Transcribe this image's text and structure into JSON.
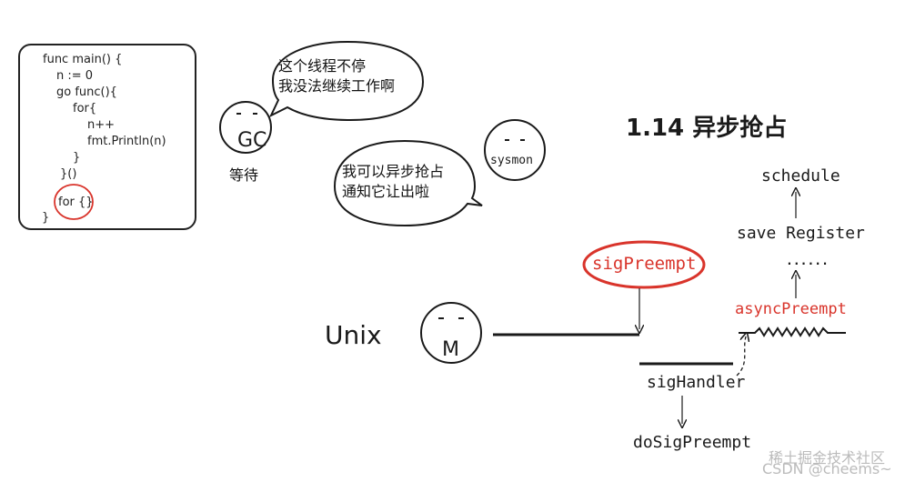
{
  "code": {
    "lines": [
      "func main() {",
      "n := 0",
      "go func(){",
      "for{",
      "n++",
      "fmt.Println(n)",
      "}",
      "}()",
      "for {}",
      "}"
    ],
    "highlight": "for {}"
  },
  "gc": {
    "face_label": "GC",
    "caption": "等待",
    "speech": [
      "这个线程不停",
      "我没法继续工作啊"
    ]
  },
  "sysmon": {
    "face_label": "sysmon",
    "speech": [
      "我可以异步抢占",
      "通知它让出啦"
    ]
  },
  "title": "1.14 异步抢占",
  "unix_label": "Unix",
  "m_label": "M",
  "flow": {
    "sig_preempt": "sigPreempt",
    "sig_handler": "sigHandler",
    "do_sig_preempt": "doSigPreempt",
    "async_preempt": "asyncPreempt",
    "dots": "......",
    "save_register": "save Register",
    "schedule": "schedule"
  },
  "watermark": "稀土掘金技术社区",
  "credit": "CSDN @cheems~",
  "colors": {
    "accent_red": "#d9342b",
    "ink": "#1a1a1a",
    "watermark": "#bbbbbb"
  }
}
